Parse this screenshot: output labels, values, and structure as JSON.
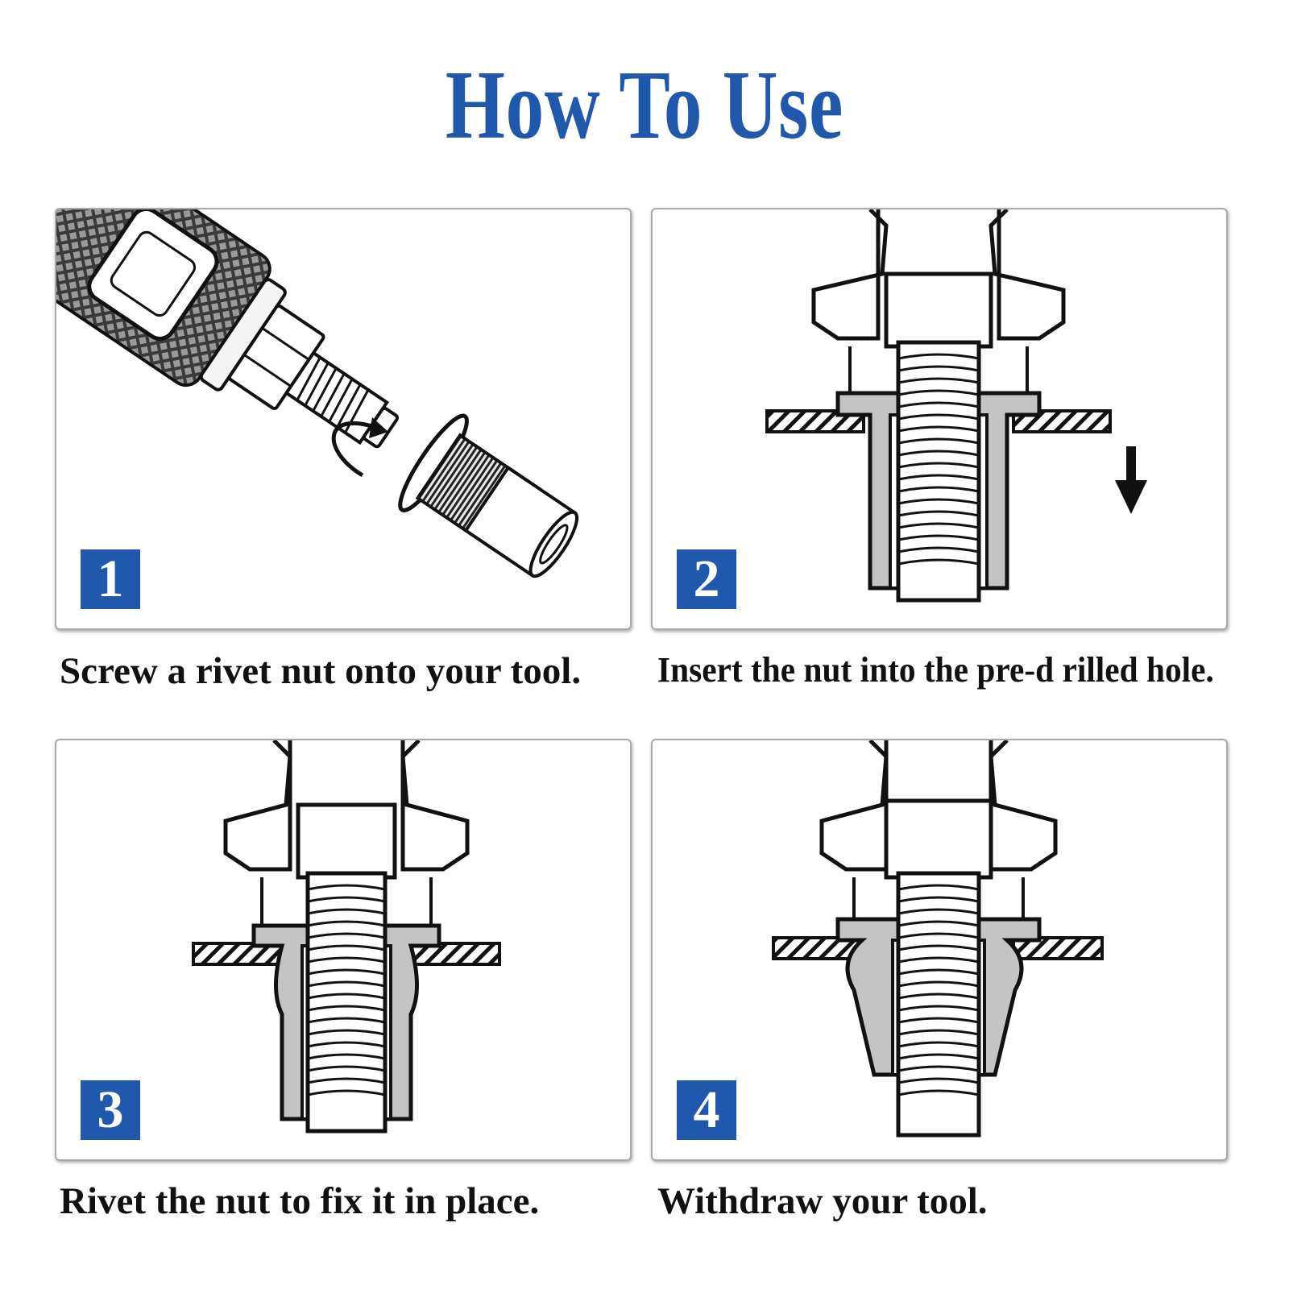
{
  "title": "How To Use",
  "colors": {
    "title": "#1f58ac",
    "badge": "#1f58ac",
    "caption": "#111111",
    "nut_fill": "#c4c4c4"
  },
  "steps": [
    {
      "number": "1",
      "caption": "Screw a rivet nut onto your tool."
    },
    {
      "number": "2",
      "caption": "Insert the nut into the pre-d rilled hole."
    },
    {
      "number": "3",
      "caption": "Rivet the nut to fix it in place."
    },
    {
      "number": "4",
      "caption": "Withdraw your tool."
    }
  ]
}
